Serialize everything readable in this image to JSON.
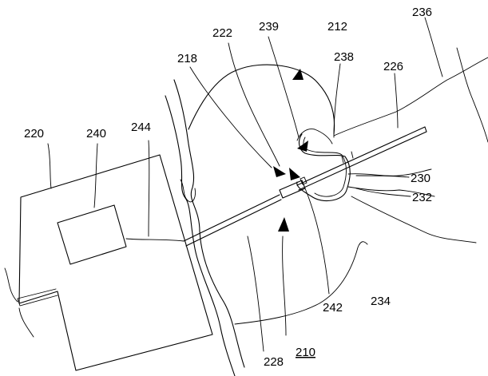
{
  "figure_number": "210",
  "reference_labels": {
    "l220": "220",
    "l240": "240",
    "l244": "244",
    "l218": "218",
    "l222": "222",
    "l239": "239",
    "l212": "212",
    "l238": "238",
    "l226": "226",
    "l236": "236",
    "l230": "230",
    "l232": "232",
    "l242": "242",
    "l234": "234",
    "l228": "228"
  }
}
